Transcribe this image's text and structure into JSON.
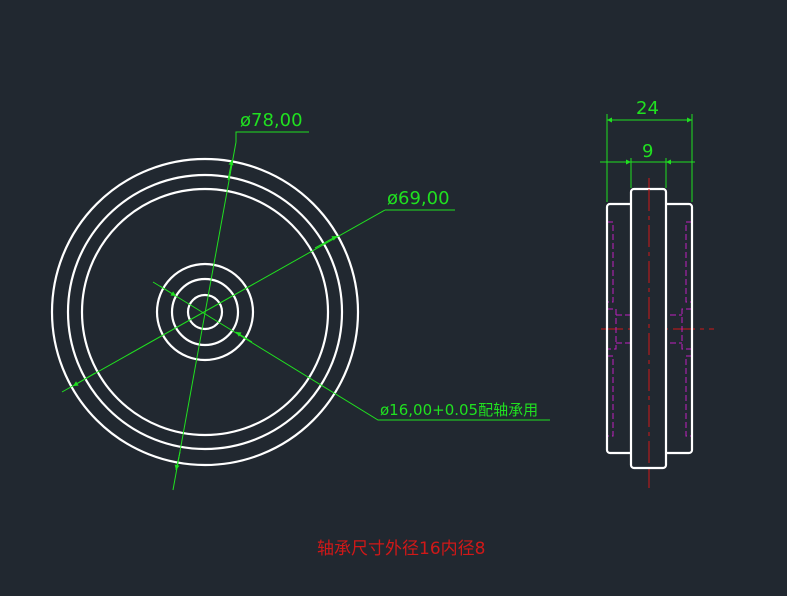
{
  "front_view": {
    "dim_outer": "ø78,00",
    "dim_middle": "ø69,00",
    "dim_bore": "ø16,00+0.05配轴承用"
  },
  "side_view": {
    "dim_width": "24",
    "dim_hub": "9"
  },
  "note": "轴承尺寸外径16内径8",
  "colors": {
    "background": "#212830",
    "geometry": "#ffffff",
    "dimension": "#20e020",
    "centerline": "#d01818",
    "hidden": "#c020c0"
  }
}
